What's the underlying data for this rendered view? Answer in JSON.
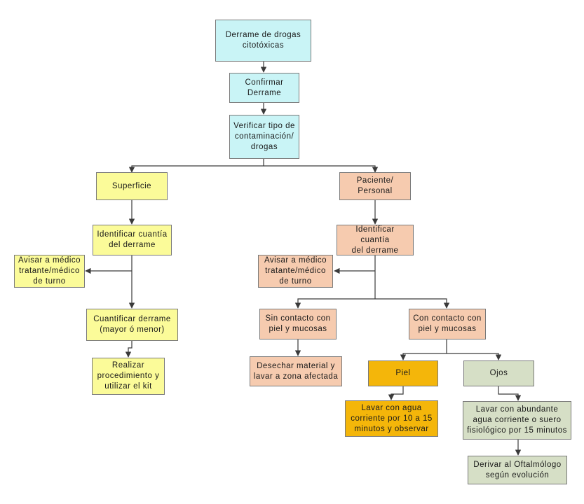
{
  "nodes": {
    "root": "Derrame de drogas\ncitotóxicas",
    "confirm": "Confirmar\nDerrame",
    "verify": "Verificar tipo de\ncontaminación/\ndrogas",
    "surface": "Superficie",
    "patient": "Paciente/\nPersonal",
    "id_left": "Identificar cuantía\ndel derrame",
    "id_right": "Identificar cuantía\ndel derrame",
    "notify_left": "Avisar a médico\ntratante/médico\nde turno",
    "notify_right": "Avisar a médico\ntratante/médico\nde turno",
    "quantify": "Cuantificar derrame\n(mayor ó menor)",
    "procedure": "Realizar\nprocedimiento y\nutilizar el kit",
    "no_contact": "Sin contacto con\npiel y mucosas",
    "contact": "Con contacto con\npiel y mucosas",
    "discard": "Desechar material y\nlavar a zona afectada",
    "skin": "Piel",
    "eyes": "Ojos",
    "wash_skin": "Lavar con agua\ncorriente por 10 a 15\nminutos y observar",
    "wash_eyes": "Lavar con abundante\nagua corriente o suero\nfisiológico por 15 minutos",
    "refer": "Derivar al Oftalmólogo\nsegún evolución"
  },
  "colors": {
    "cyan": "#c9f4f6",
    "yellow": "#fbfb99",
    "salmon": "#f6cbaf",
    "orange": "#f4b60a",
    "sage": "#d6dfc6",
    "line": "#3a3a3a"
  }
}
